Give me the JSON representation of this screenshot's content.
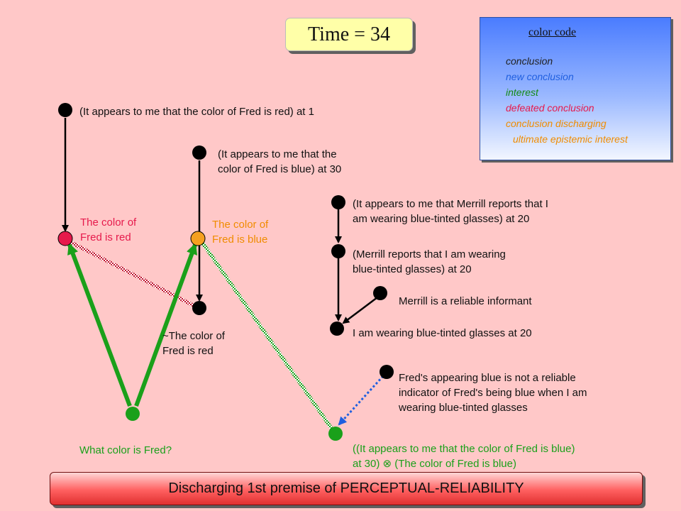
{
  "time_label": "Time = 34",
  "legend": {
    "title": "color code",
    "items": [
      {
        "text": "conclusion",
        "color": "#222222"
      },
      {
        "text": "new conclusion",
        "color": "#1f5fe0"
      },
      {
        "text": "interest",
        "color": "#138a13"
      },
      {
        "text": "defeated conclusion",
        "color": "#e6194b"
      },
      {
        "text": "conclusion discharging",
        "color": "#f08c00"
      },
      {
        "text": "ultimate epistemic interest",
        "color": "#f08c00"
      }
    ]
  },
  "nodes": {
    "n1": "(It appears to me that the color of Fred is red) at 1",
    "n2_line1": "(It appears to me that the",
    "n2_line2": "color of Fred is blue) at 30",
    "red_line1": "The color of",
    "red_line2": "Fred is red",
    "blue_line1": "The color of",
    "blue_line2": "Fred is blue",
    "notred_line1": "~The color of",
    "notred_line2": "Fred is red",
    "merrill_appears_line1": "(It appears to me that Merrill reports that I",
    "merrill_appears_line2": "am wearing blue-tinted glasses) at 20",
    "merrill_reports_line1": "(Merrill reports that I am wearing",
    "merrill_reports_line2": "blue-tinted glasses) at 20",
    "reliable_informant": "Merrill is a reliable informant",
    "wearing_glasses": "I am wearing blue-tinted glasses at 20",
    "undercutter_line1": "Fred's appearing blue is not a reliable",
    "undercutter_line2": "indicator of Fred's being blue when I am",
    "undercutter_line3": "wearing blue-tinted glasses",
    "question": "What color is Fred?",
    "conditional_line1": "((It appears to me that the color of Fred is blue)",
    "conditional_line2": "at 30) ⊗  (The color of Fred is blue)"
  },
  "colors": {
    "defeated": "#e6194b",
    "discharging": "#f08c00",
    "interest": "#1aa01a",
    "new_link": "#1f5fe0"
  },
  "banner": "Discharging 1st premise of PERCEPTUAL-RELIABILITY"
}
